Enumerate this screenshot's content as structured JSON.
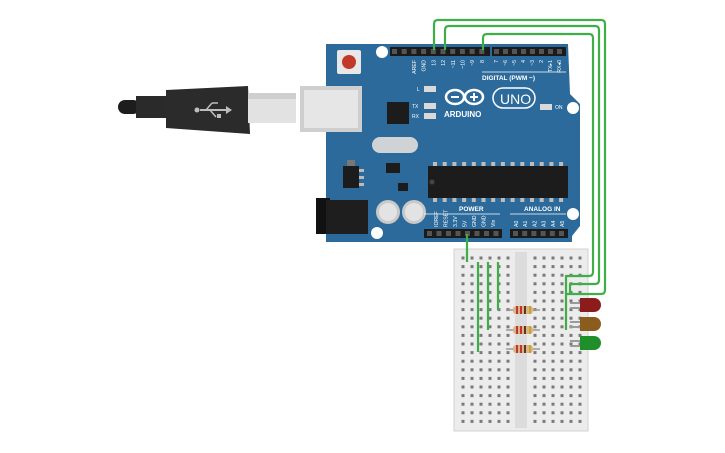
{
  "board": {
    "brand": "ARDUINO",
    "model": "UNO",
    "on_label": "ON",
    "l_label": "L",
    "tx_label": "TX",
    "rx_label": "RX",
    "digital_header": "DIGITAL (PWM ~)",
    "power_header": "POWER",
    "analog_header": "ANALOG IN",
    "digital_pins": [
      "AREF",
      "GND",
      "13",
      "12",
      "~11",
      "~10",
      "~9",
      "8",
      "7",
      "~6",
      "~5",
      "4",
      "~3",
      "2",
      "TX▸1",
      "RX◂0"
    ],
    "power_pins": [
      "IOREF",
      "RESET",
      "3.3V",
      "5V",
      "GND",
      "GND",
      "Vin"
    ],
    "analog_pins": [
      "A0",
      "A1",
      "A2",
      "A3",
      "A4",
      "A5"
    ]
  },
  "colors": {
    "board": "#2b6a9a",
    "wire": "#3fae49",
    "led_red": "#8c1c1c",
    "led_yellow": "#8a5c1e",
    "led_green": "#1f8f2a",
    "breadboard": "#ececec"
  },
  "icons": [
    "usb-cable-icon",
    "usb-trident-icon",
    "arduino-infinity-logo-icon"
  ]
}
